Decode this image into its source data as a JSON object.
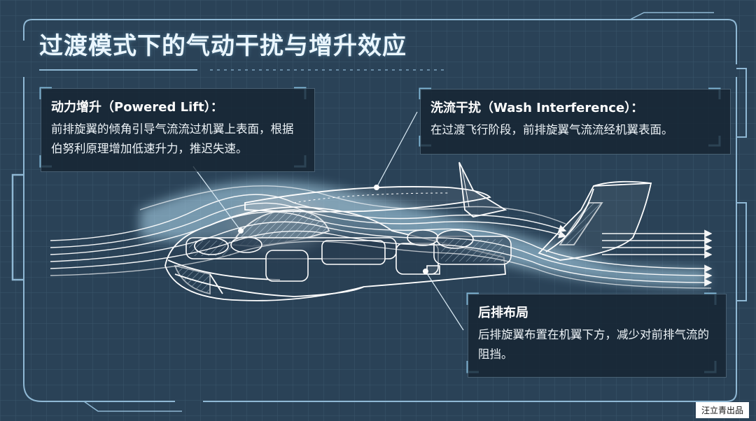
{
  "title": "过渡模式下的气动干扰与增升效应",
  "callouts": {
    "powered_lift": {
      "heading": "动力增升（Powered Lift）：",
      "body": "前排旋翼的倾角引导气流流过机翼上表面，根据伯努利原理增加低速升力，推迟失速。"
    },
    "wash_interference": {
      "heading": "洗流干扰（Wash Interference）：",
      "body": "在过渡飞行阶段，前排旋翼气流流经机翼表面。"
    },
    "rear_layout": {
      "heading": "后排布局",
      "body": "后排旋翼布置在机翼下方，减少对前排气流的阻挡。"
    }
  },
  "watermark": "汪立青出品",
  "colors": {
    "background": "#2a4257",
    "frame": "#8fb8d4",
    "flow": "#ffffff",
    "glow": "#9fd6f2"
  }
}
